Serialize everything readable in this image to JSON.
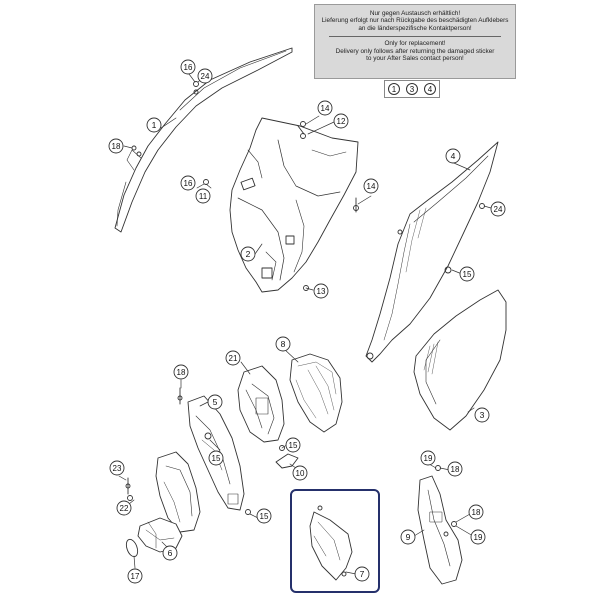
{
  "notice": {
    "de_line1": "Nur gegen Austausch erhältlich!",
    "de_line2": "Lieferung erfolgt nur nach Rückgabe des beschädigten Aufklebers",
    "de_line3": "an die länderspezifische Kontaktperson!",
    "en_line1": "Only for replacement!",
    "en_line2": "Delivery only follows after returning the damaged sticker",
    "en_line3": "to your After Sales contact person!"
  },
  "note_refs": [
    "1",
    "3",
    "4"
  ],
  "callouts": [
    {
      "id": "c16a",
      "label": "16"
    },
    {
      "id": "c24a",
      "label": "24"
    },
    {
      "id": "c1",
      "label": "1"
    },
    {
      "id": "c18a",
      "label": "18"
    },
    {
      "id": "c14a",
      "label": "14"
    },
    {
      "id": "c12",
      "label": "12"
    },
    {
      "id": "c16b",
      "label": "16"
    },
    {
      "id": "c11",
      "label": "11"
    },
    {
      "id": "c14b",
      "label": "14"
    },
    {
      "id": "c4",
      "label": "4"
    },
    {
      "id": "c24b",
      "label": "24"
    },
    {
      "id": "c2",
      "label": "2"
    },
    {
      "id": "c13",
      "label": "13"
    },
    {
      "id": "c15a",
      "label": "15"
    },
    {
      "id": "c21",
      "label": "21"
    },
    {
      "id": "c8",
      "label": "8"
    },
    {
      "id": "c18b",
      "label": "18"
    },
    {
      "id": "c5",
      "label": "5"
    },
    {
      "id": "c3",
      "label": "3"
    },
    {
      "id": "c15b",
      "label": "15"
    },
    {
      "id": "c15c",
      "label": "15"
    },
    {
      "id": "c10",
      "label": "10"
    },
    {
      "id": "c23",
      "label": "23"
    },
    {
      "id": "c19a",
      "label": "19"
    },
    {
      "id": "c18c",
      "label": "18"
    },
    {
      "id": "c6",
      "label": "6"
    },
    {
      "id": "c22",
      "label": "22"
    },
    {
      "id": "c15d",
      "label": "15"
    },
    {
      "id": "c17",
      "label": "17"
    },
    {
      "id": "c18d",
      "label": "18"
    },
    {
      "id": "c9",
      "label": "9"
    },
    {
      "id": "c19b",
      "label": "19"
    },
    {
      "id": "c7",
      "label": "7"
    }
  ],
  "colors": {
    "line": "#333333",
    "highlight": "#25306b",
    "note_bg": "#d9d9d9"
  }
}
